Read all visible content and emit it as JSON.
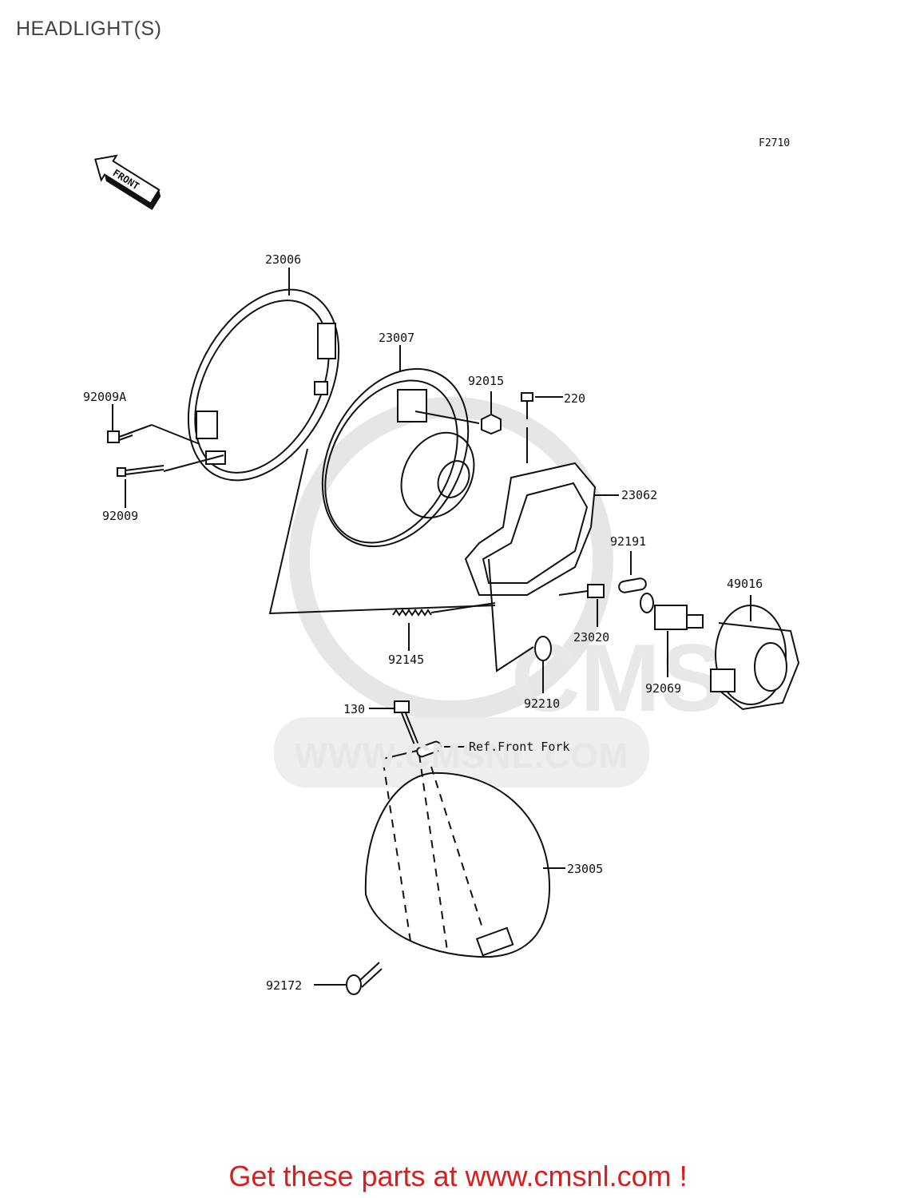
{
  "page": {
    "title": "HEADLIGHT(S)",
    "figure_code": "F2710"
  },
  "arrow": {
    "text": "FRONT"
  },
  "watermark": {
    "logo_text": "CMS",
    "url_text": "WWW.CMSNL.COM"
  },
  "parts": {
    "p23006": "23006",
    "p23007": "23007",
    "p92015": "92015",
    "p220": "220",
    "p92009A": "92009A",
    "p92009": "92009",
    "p23062": "23062",
    "p92191": "92191",
    "p49016": "49016",
    "p23020": "23020",
    "p92145": "92145",
    "p92210": "92210",
    "p92069": "92069",
    "p130": "130",
    "p23005": "23005",
    "p92172": "92172"
  },
  "reference": {
    "front_fork": "Ref.Front Fork"
  },
  "cta": {
    "text": "Get these parts at www.cmsnl.com !"
  },
  "colors": {
    "cta": "#d42020",
    "line": "#111111",
    "watermark": "#e4e4e4"
  }
}
